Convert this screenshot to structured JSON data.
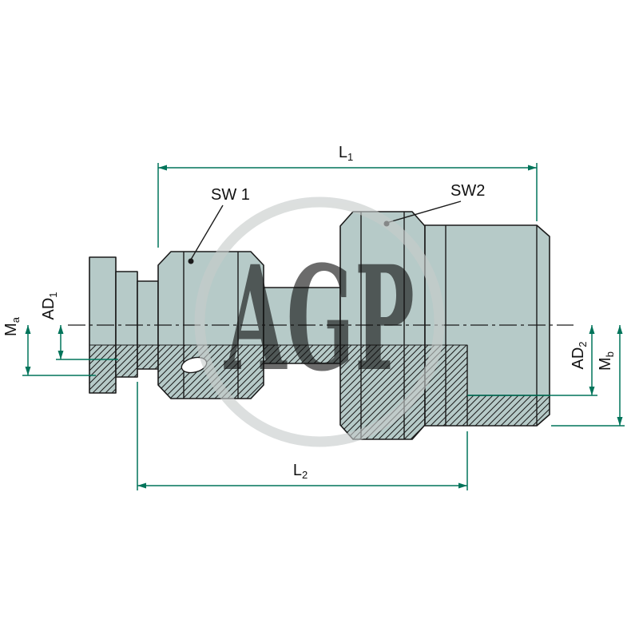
{
  "colors": {
    "body": "#b6cac8",
    "outline": "#1b1b1b",
    "dimension": "#00745a",
    "watermark": "#c7cccb"
  },
  "watermark": {
    "text": "AGP"
  },
  "dimensions": {
    "l1": {
      "main": "L",
      "sub": "1"
    },
    "l2": {
      "main": "L",
      "sub": "2"
    },
    "ma": {
      "main": "M",
      "sub": "a"
    },
    "ad1": {
      "main": "AD",
      "sub": "1"
    },
    "ad2": {
      "main": "AD",
      "sub": "2"
    },
    "mb": {
      "main": "M",
      "sub": "b"
    }
  },
  "callouts": {
    "sw1": "SW 1",
    "sw2": "SW2"
  }
}
